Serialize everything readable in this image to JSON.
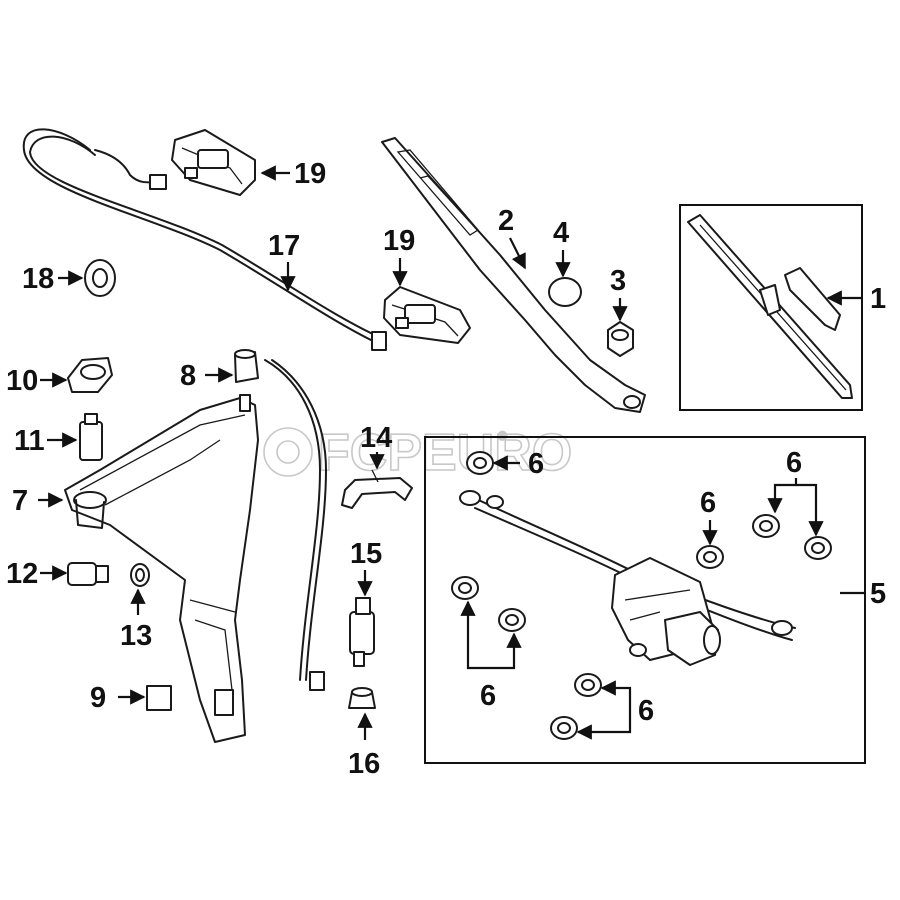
{
  "watermark": {
    "text": "FCPEURO",
    "reg_mark": "®"
  },
  "callouts": [
    "1",
    "2",
    "3",
    "4",
    "5",
    "6",
    "6",
    "6",
    "6",
    "6",
    "7",
    "8",
    "9",
    "10",
    "11",
    "12",
    "13",
    "14",
    "15",
    "16",
    "17",
    "18",
    "19",
    "19"
  ]
}
